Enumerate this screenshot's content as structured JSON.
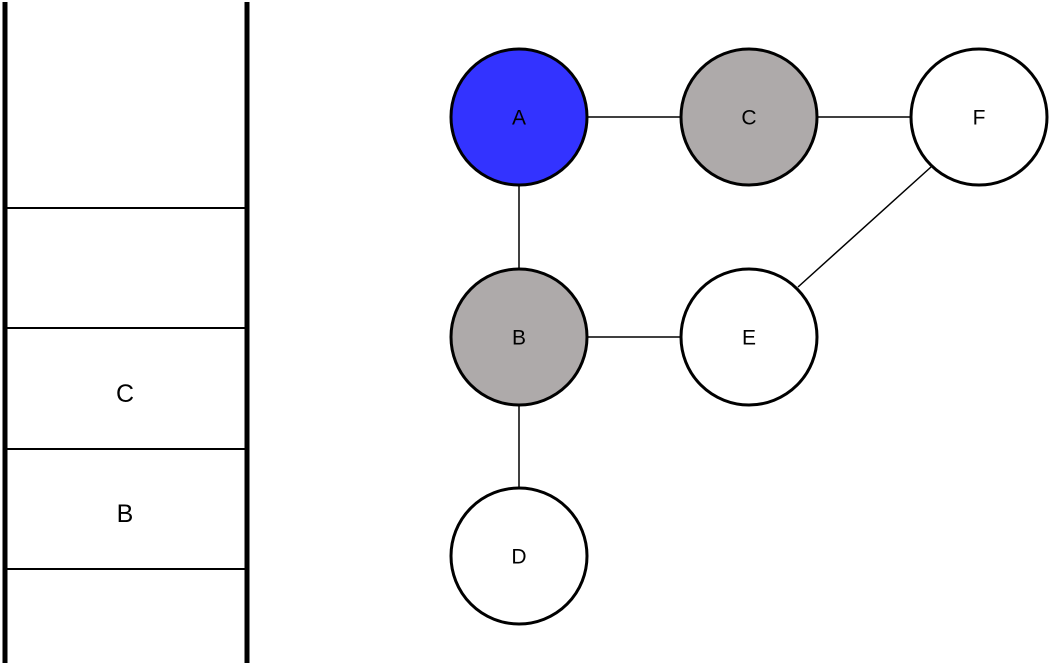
{
  "stack": {
    "slots": [
      {
        "label": ""
      },
      {
        "label": ""
      },
      {
        "label": "C"
      },
      {
        "label": "B"
      },
      {
        "label": ""
      }
    ]
  },
  "graph": {
    "nodes": [
      {
        "id": "A",
        "label": "A",
        "state": "current"
      },
      {
        "id": "C",
        "label": "C",
        "state": "visited"
      },
      {
        "id": "F",
        "label": "F",
        "state": "unvisited"
      },
      {
        "id": "B",
        "label": "B",
        "state": "visited"
      },
      {
        "id": "E",
        "label": "E",
        "state": "unvisited"
      },
      {
        "id": "D",
        "label": "D",
        "state": "unvisited"
      }
    ],
    "edges": [
      [
        "A",
        "C"
      ],
      [
        "C",
        "F"
      ],
      [
        "A",
        "B"
      ],
      [
        "B",
        "E"
      ],
      [
        "E",
        "F"
      ],
      [
        "B",
        "D"
      ]
    ]
  },
  "colors": {
    "current": "#3333ff",
    "visited": "#aeaaaa",
    "unvisited": "#ffffff",
    "stroke": "#000000"
  }
}
